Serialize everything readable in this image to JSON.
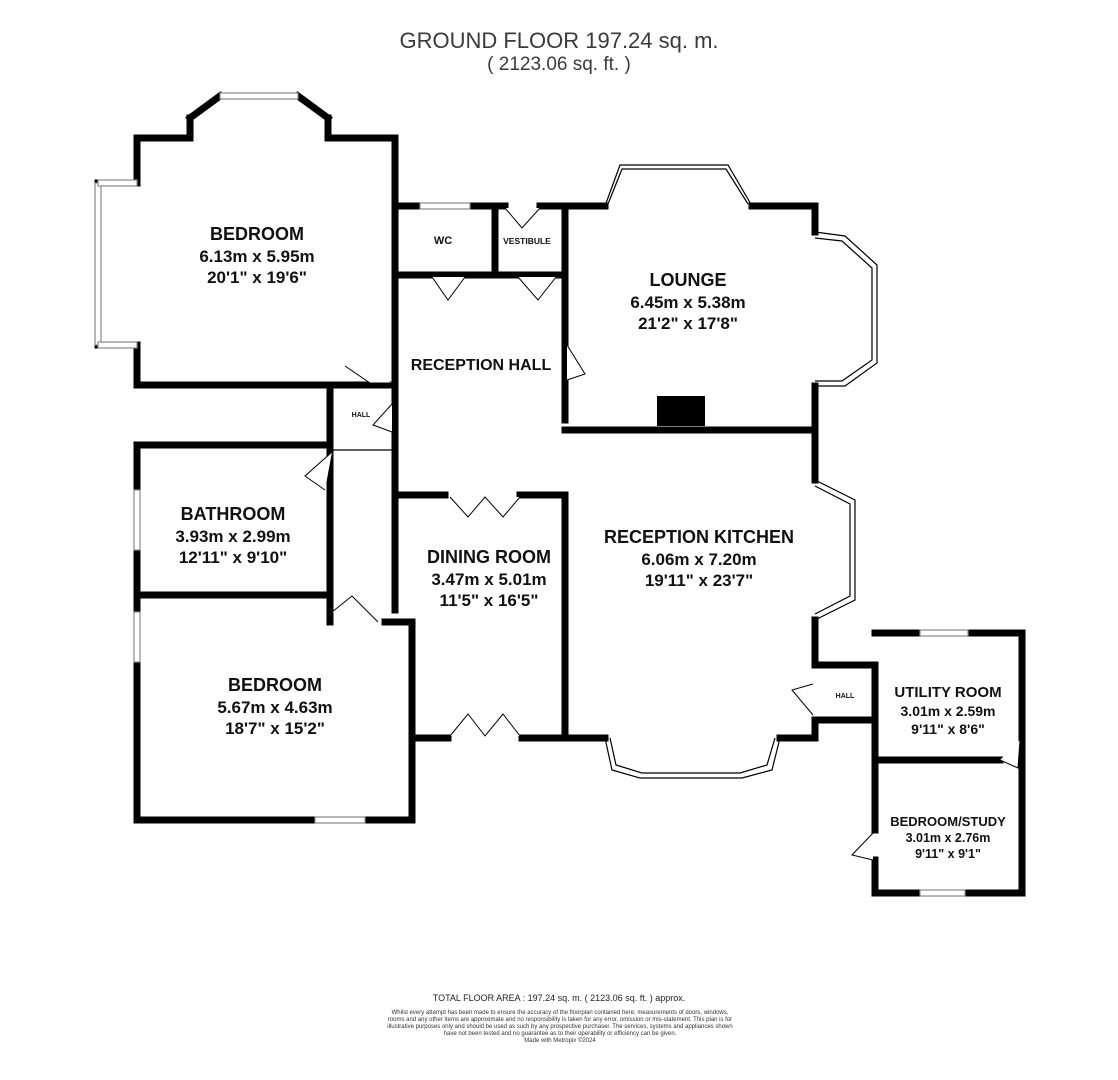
{
  "header": {
    "title": "GROUND FLOOR 197.24 sq. m.",
    "subtitle": "( 2123.06 sq. ft. )"
  },
  "rooms": {
    "bedroom1": {
      "name": "BEDROOM",
      "metric": "6.13m x 5.95m",
      "imperial": "20'1\" x 19'6\""
    },
    "wc": {
      "name": "WC"
    },
    "vestibule": {
      "name": "VESTIBULE"
    },
    "lounge": {
      "name": "LOUNGE",
      "metric": "6.45m x 5.38m",
      "imperial": "21'2\" x 17'8\""
    },
    "reception_hall": {
      "name": "RECEPTION HALL"
    },
    "hall1": {
      "name": "HALL"
    },
    "bathroom": {
      "name": "BATHROOM",
      "metric": "3.93m x 2.99m",
      "imperial": "12'11\" x 9'10\""
    },
    "dining": {
      "name": "DINING ROOM",
      "metric": "3.47m x 5.01m",
      "imperial": "11'5\" x 16'5\""
    },
    "kitchen": {
      "name": "RECEPTION KITCHEN",
      "metric": "6.06m x 7.20m",
      "imperial": "19'11\" x 23'7\""
    },
    "bedroom2": {
      "name": "BEDROOM",
      "metric": "5.67m x 4.63m",
      "imperial": "18'7\" x 15'2\""
    },
    "hall2": {
      "name": "HALL"
    },
    "utility": {
      "name": "UTILITY ROOM",
      "metric": "3.01m x 2.59m",
      "imperial": "9'11\" x 8'6\""
    },
    "study": {
      "name": "BEDROOM/STUDY",
      "metric": "3.01m x 2.76m",
      "imperial": "9'11\" x 9'1\""
    }
  },
  "footer": {
    "total_area": "TOTAL FLOOR AREA : 197.24 sq. m. ( 2123.06 sq. ft. ) approx.",
    "disclaimer": "Whilst every attempt has been made to ensure the accuracy of the floorplan contained here, measurements of doors, windows, rooms and any other items are approximate and no responsibility is taken for any error, omission or mis-statement. This plan is for illustrative purposes only and should be used as such by any prospective purchaser. The services, systems and appliances shown have not been tested and no guarantee as to their operability or efficiency can be given.",
    "credit": "Made with Metropix ©2024"
  }
}
